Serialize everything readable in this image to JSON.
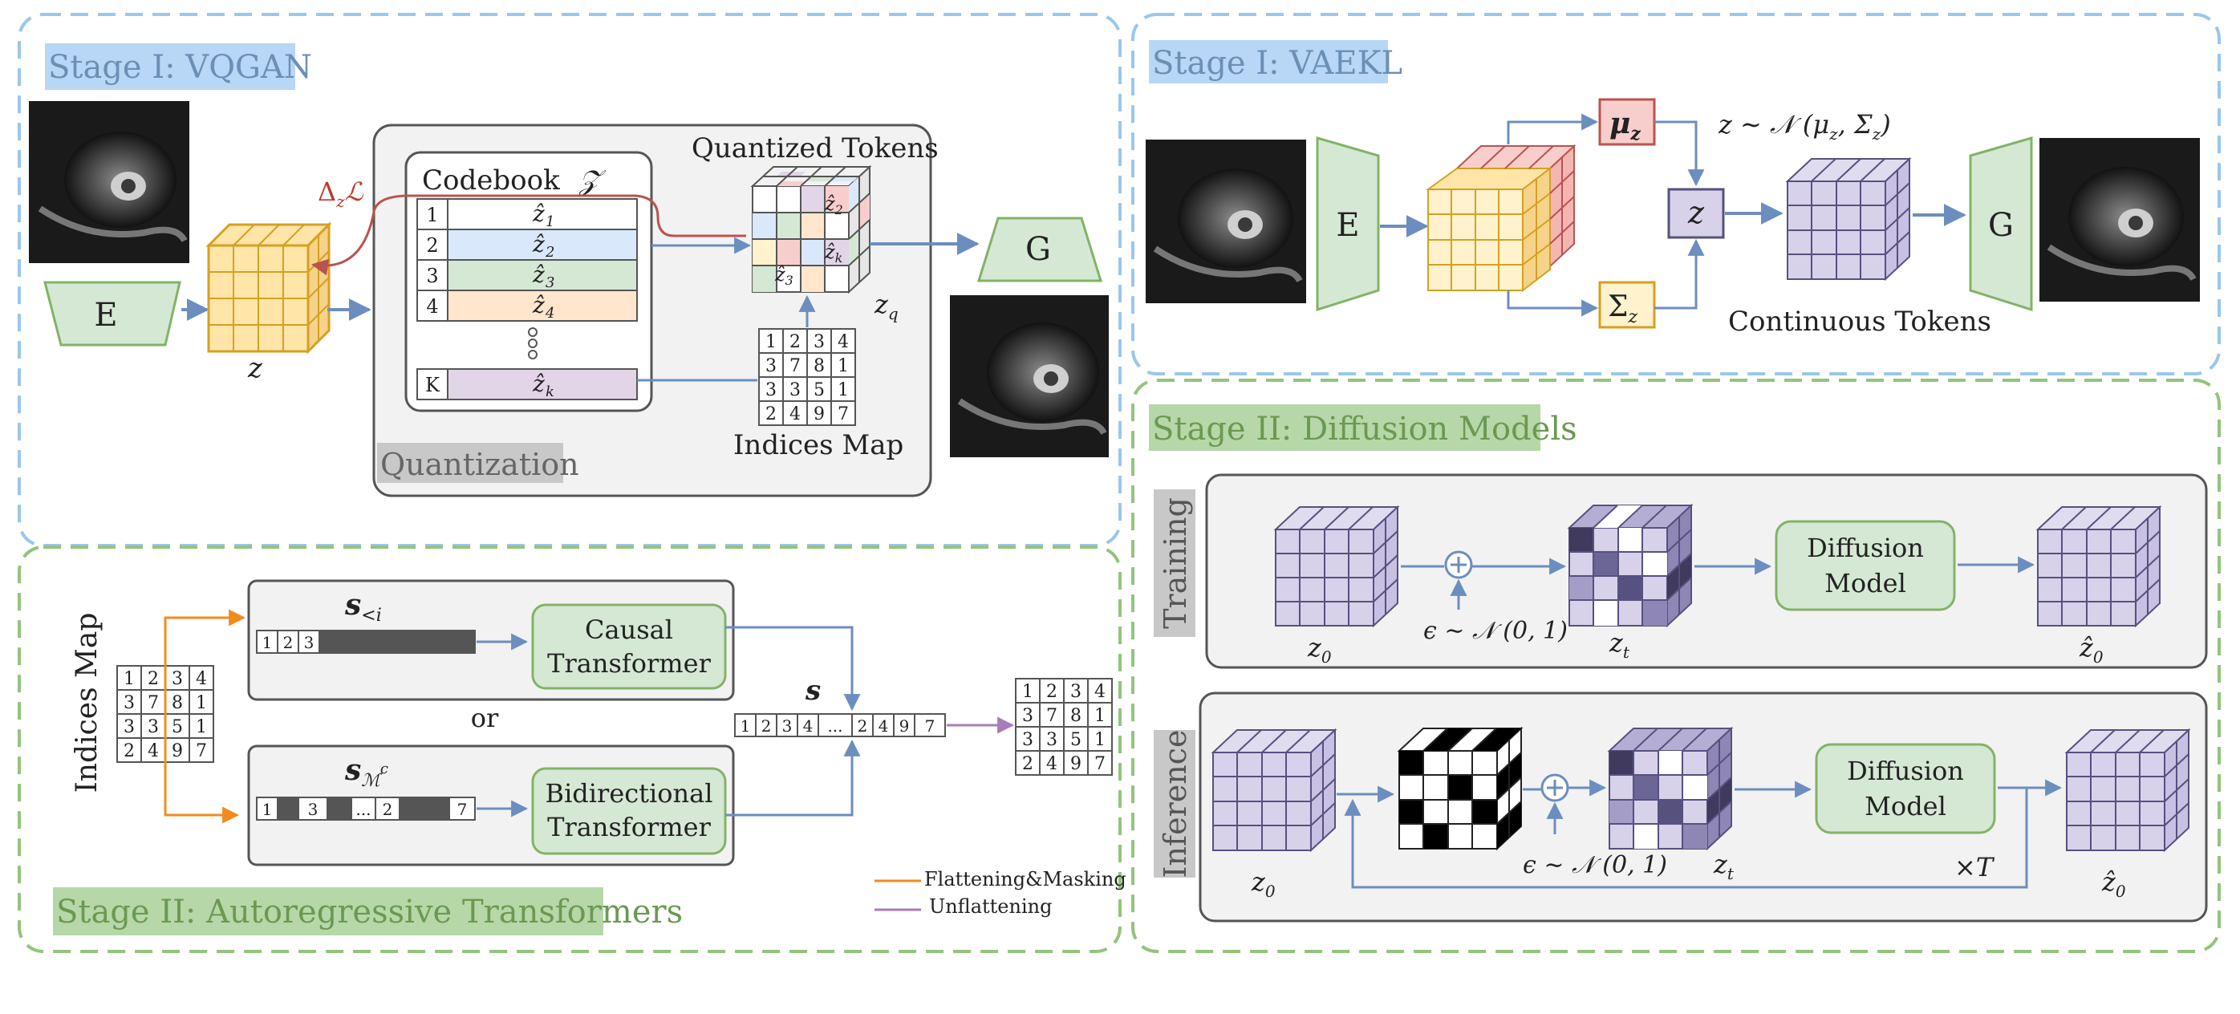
{
  "vqgan": {
    "title": "Stage I: VQGAN",
    "encoder": "E",
    "decoder": "G",
    "z_label": "z",
    "delta_loss": "Δ",
    "delta_sub": "z",
    "delta_L": "ℒ",
    "codebook_title": "Codebook",
    "codebook_symbol": "𝒵",
    "codebook_rows": [
      {
        "idx": "1",
        "code": "ẑ",
        "sub": "1"
      },
      {
        "idx": "2",
        "code": "ẑ",
        "sub": "2"
      },
      {
        "idx": "3",
        "code": "ẑ",
        "sub": "3"
      },
      {
        "idx": "4",
        "code": "ẑ",
        "sub": "4"
      },
      {
        "idx": "K",
        "code": "ẑ",
        "sub": "k"
      }
    ],
    "quantized_title": "Quantized Tokens",
    "zq_label": "z",
    "zq_sub": "q",
    "cube_tokens": [
      {
        "code": "ẑ",
        "sub": "2"
      },
      {
        "code": "ẑ",
        "sub": "k"
      },
      {
        "code": "ẑ",
        "sub": "3"
      }
    ],
    "indices_map": [
      [
        "1",
        "2",
        "3",
        "4"
      ],
      [
        "3",
        "7",
        "8",
        "1"
      ],
      [
        "3",
        "3",
        "5",
        "1"
      ],
      [
        "2",
        "4",
        "9",
        "7"
      ]
    ],
    "indices_title": "Indices Map",
    "quantization_label": "Quantization"
  },
  "vaekl": {
    "title": "Stage I: VAEKL",
    "encoder": "E",
    "decoder": "G",
    "mu": "μ",
    "mu_sub": "z",
    "sigma": "Σ",
    "sigma_sub": "z",
    "z": "z",
    "formula": "z ∼ 𝒩 (μ",
    "formula_mid": ", Σ",
    "formula_end": ")",
    "formula_sub": "z",
    "continuous_label": "Continuous Tokens"
  },
  "diffusion": {
    "title": "Stage II: Diffusion Models",
    "training_label": "Training",
    "inference_label": "Inference",
    "model_line1": "Diffusion",
    "model_line2": "Model",
    "z0": "z",
    "z0_sub": "0",
    "zt": "z",
    "zt_sub": "t",
    "zhat": "ẑ",
    "zhat_sub": "0",
    "noise": "ϵ ∼ 𝒩 (0, 1)",
    "times_T": "×T"
  },
  "ar": {
    "title": "Stage II: Autoregressive Transformers",
    "indices_title": "Indices Map",
    "indices_map": [
      [
        "1",
        "2",
        "3",
        "4"
      ],
      [
        "3",
        "7",
        "8",
        "1"
      ],
      [
        "3",
        "3",
        "5",
        "1"
      ],
      [
        "2",
        "4",
        "9",
        "7"
      ]
    ],
    "s_causal": "s",
    "s_causal_sub": "<i",
    "causal_seq": [
      "1",
      "2",
      "3"
    ],
    "causal_line1": "Causal",
    "causal_line2": "Transformer",
    "or": "or",
    "s_bidir": "s",
    "s_bidir_sub": "ℳ",
    "s_bidir_sup": "c",
    "bidir_seq": [
      "1",
      "",
      "3",
      "",
      "...",
      "2",
      "",
      "7"
    ],
    "bidir_line1": "Bidirectional",
    "bidir_line2": "Transformer",
    "s_label": "s",
    "s_seq": [
      "1",
      "2",
      "3",
      "4",
      "...",
      "2",
      "4",
      "9",
      "7"
    ],
    "output_map": [
      [
        "1",
        "2",
        "3",
        "4"
      ],
      [
        "3",
        "7",
        "8",
        "1"
      ],
      [
        "3",
        "3",
        "5",
        "1"
      ],
      [
        "2",
        "4",
        "9",
        "7"
      ]
    ],
    "legend_flatten": "Flattening&Masking",
    "legend_unflatten": "Unflattening"
  },
  "colors": {
    "blue_dash": "#9ac7ec",
    "green_dash": "#93c47d",
    "arrow_blue": "#6c8ebf",
    "orange": "#f08c1e",
    "purple": "#a77db8",
    "red_arrow": "#b85450",
    "green_fill": "#d5e8d4",
    "green_stroke": "#82b366",
    "lavender_fill": "#d7d2ea",
    "lavender_stroke": "#56517e",
    "yellow_fill": "#ffe6a8",
    "orange_stroke": "#d6a021",
    "pink_fill": "#f8cecc",
    "title_blue_bg": "#b8d6f5",
    "title_green_bg": "#b6d7a8"
  }
}
